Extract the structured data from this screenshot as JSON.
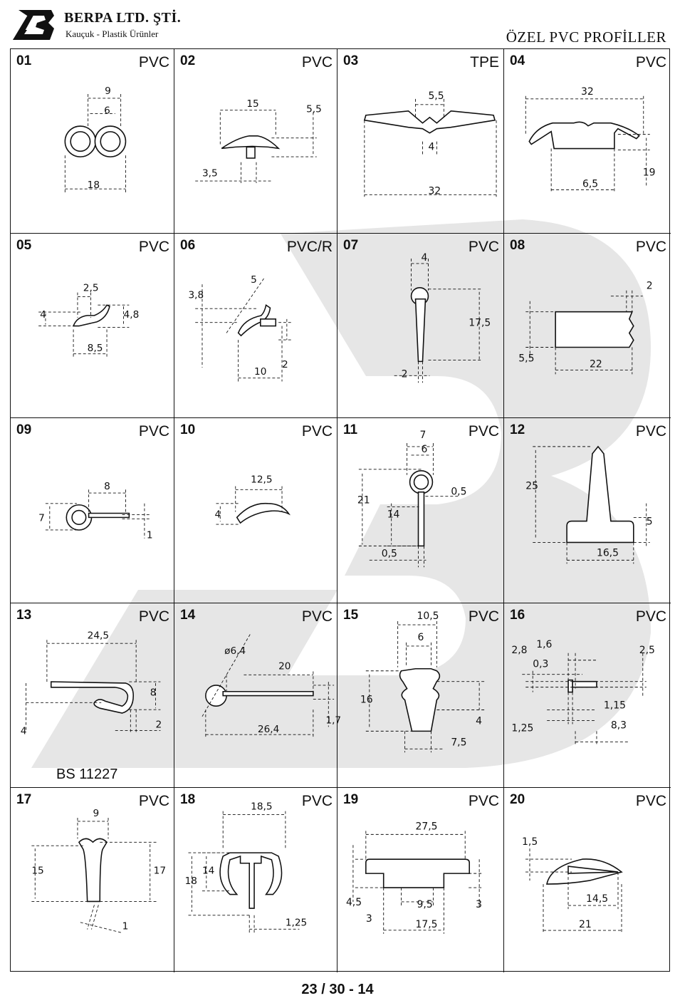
{
  "company": {
    "name": "BERPA LTD. ŞTİ.",
    "subtitle": "Kauçuk - Plastik Ürünler"
  },
  "catalog_title": "ÖZEL PVC PROFİLLER",
  "page_number": "23 / 30 - 14",
  "profiles": [
    {
      "id": "01",
      "material": "PVC",
      "dims": [
        "9",
        "6",
        "18"
      ]
    },
    {
      "id": "02",
      "material": "PVC",
      "dims": [
        "15",
        "5,5",
        "3,5"
      ]
    },
    {
      "id": "03",
      "material": "TPE",
      "dims": [
        "5,5",
        "4",
        "32"
      ]
    },
    {
      "id": "04",
      "material": "PVC",
      "dims": [
        "32",
        "6,5",
        "19"
      ]
    },
    {
      "id": "05",
      "material": "PVC",
      "dims": [
        "2,5",
        "4",
        "4,8",
        "8,5"
      ]
    },
    {
      "id": "06",
      "material": "PVC/R",
      "dims": [
        "3,8",
        "5",
        "10",
        "2"
      ]
    },
    {
      "id": "07",
      "material": "PVC",
      "dims": [
        "4",
        "17,5",
        "2"
      ]
    },
    {
      "id": "08",
      "material": "PVC",
      "dims": [
        "2",
        "5,5",
        "22"
      ]
    },
    {
      "id": "09",
      "material": "PVC",
      "dims": [
        "8",
        "7",
        "1"
      ]
    },
    {
      "id": "10",
      "material": "PVC",
      "dims": [
        "12,5",
        "4"
      ]
    },
    {
      "id": "11",
      "material": "PVC",
      "dims": [
        "7",
        "6",
        "21",
        "14",
        "0,5",
        "0,5"
      ]
    },
    {
      "id": "12",
      "material": "PVC",
      "dims": [
        "25",
        "5",
        "16,5"
      ]
    },
    {
      "id": "13",
      "material": "PVC",
      "dims": [
        "24,5",
        "8",
        "4",
        "2"
      ],
      "note": "BS 11227"
    },
    {
      "id": "14",
      "material": "PVC",
      "dims": [
        "ø6,4",
        "20",
        "1,7",
        "26,4"
      ]
    },
    {
      "id": "15",
      "material": "PVC",
      "dims": [
        "10,5",
        "6",
        "16",
        "4",
        "7,5"
      ]
    },
    {
      "id": "16",
      "material": "PVC",
      "dims": [
        "2,8",
        "1,6",
        "0,3",
        "2,5",
        "1,15",
        "1,25",
        "8,3"
      ]
    },
    {
      "id": "17",
      "material": "PVC",
      "dims": [
        "9",
        "15",
        "17",
        "1"
      ]
    },
    {
      "id": "18",
      "material": "PVC",
      "dims": [
        "18,5",
        "18",
        "14",
        "1,25"
      ]
    },
    {
      "id": "19",
      "material": "PVC",
      "dims": [
        "27,5",
        "4,5",
        "3",
        "9,5",
        "3",
        "17,5"
      ]
    },
    {
      "id": "20",
      "material": "PVC",
      "dims": [
        "1,5",
        "14,5",
        "21"
      ]
    }
  ]
}
